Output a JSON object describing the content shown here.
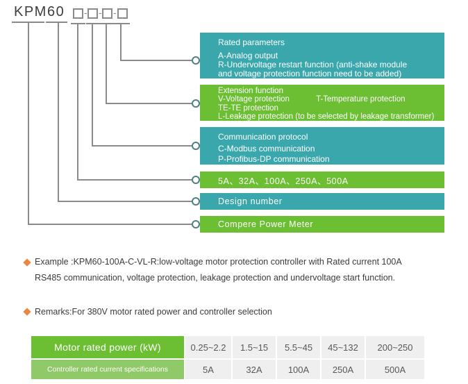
{
  "colors": {
    "teal": "#3aa7ad",
    "green": "#6cbe33",
    "green_light": "#8fc968",
    "line_gray": "#8a8a8a",
    "bullet_orange": "#e9873f",
    "cell_gray": "#efefef"
  },
  "model_code": {
    "prefix": "KPM",
    "number": "60",
    "separator": "-",
    "placeholder_count": 4
  },
  "diagram": {
    "callouts": [
      {
        "id": "rated-parameters",
        "color": "#3aa7ad",
        "lines": [
          "Rated parameters",
          "A-Analog output",
          "R-Undervoltage restart function (anti-shake module",
          "and voltage protection function need to be added)"
        ]
      },
      {
        "id": "extension-function",
        "color": "#6cbe33",
        "lines": [
          "Extension function",
          "V-Voltage protection            T-Temperature protection",
          "TE-TE protection",
          "L-Leakage protection (to be selected by leakage transformer)"
        ]
      },
      {
        "id": "communication-protocol",
        "color": "#3aa7ad",
        "lines": [
          "Communication protocol",
          "C-Modbus communication",
          "P-Profibus-DP communication"
        ]
      },
      {
        "id": "rated-current-options",
        "color": "#6cbe33",
        "lines": [
          "5A、32A、100A、250A、500A"
        ]
      },
      {
        "id": "design-number",
        "color": "#3aa7ad",
        "lines": [
          "Design number"
        ]
      },
      {
        "id": "product-name",
        "color": "#6cbe33",
        "lines": [
          "Compere Power Meter"
        ]
      }
    ]
  },
  "example": {
    "line1": "Example :KPM60-100A-C-VL-R:low-voltage motor protection controller with Rated current 100A",
    "line2": "RS485 communication, voltage protection, leakage protection and undervoltage start function."
  },
  "remarks": {
    "text": "Remarks:For 380V motor rated power and controller selection"
  },
  "power_table": {
    "row1_header": "Motor rated power (kW)",
    "row2_header": "Controller rated current specifications",
    "power_ranges": [
      "0.25~2.2",
      "1.5~15",
      "5.5~45",
      "45~132",
      "200~250"
    ],
    "current_specs": [
      "5A",
      "32A",
      "100A",
      "250A",
      "500A"
    ]
  }
}
